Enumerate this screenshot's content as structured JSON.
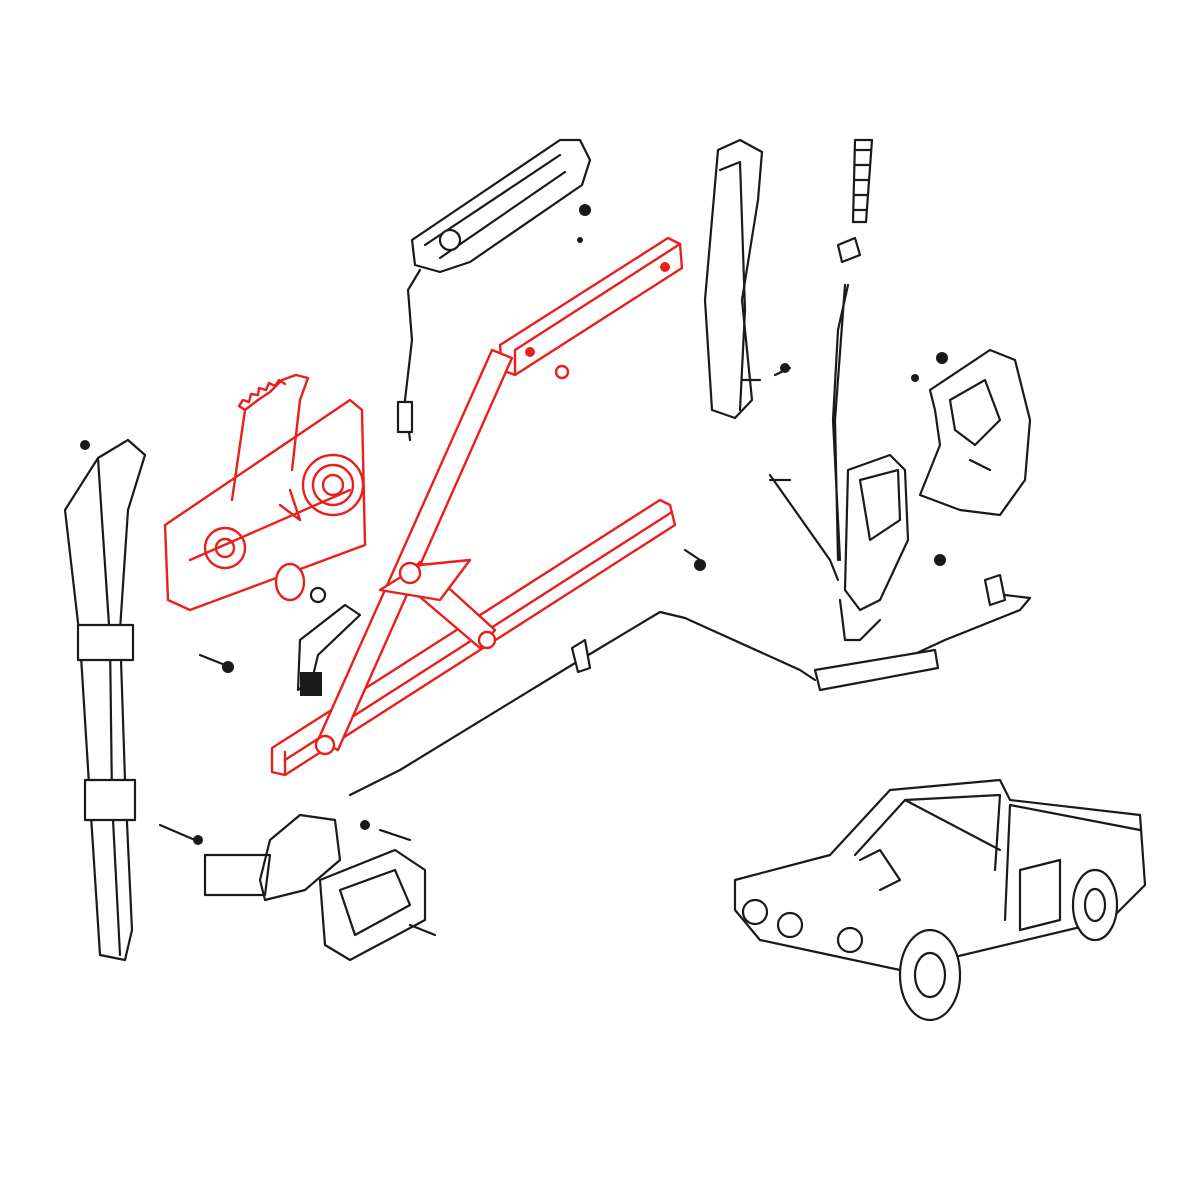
{
  "diagram": {
    "colors": {
      "highlight": "#e8201c",
      "line": "#1a1a1a",
      "background": "#ffffff"
    },
    "parts": [
      "window-regulator",
      "outside-door-handle",
      "rear-sash-run-channel",
      "lock-knob-rod",
      "door-lock-assembly",
      "front-sash-run-channel",
      "inside-door-handle",
      "regulator-crank-handle",
      "remote-control-rod",
      "truck-locator-illustration"
    ]
  }
}
